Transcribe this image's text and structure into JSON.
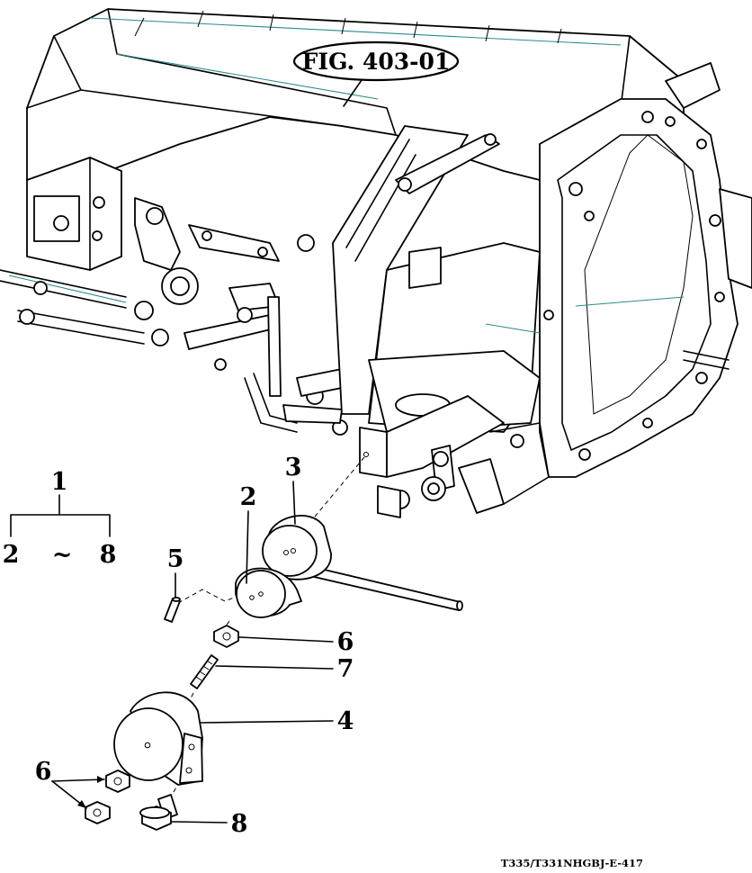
{
  "figure_ref": "FIG. 403-01",
  "drawing_code": "T335/T331NHGBJ-E-417",
  "assembly": {
    "label": "1",
    "range_start": "2",
    "range_sep": "~",
    "range_end": "8"
  },
  "callouts": {
    "c2": "2",
    "c3": "3",
    "c4": "4",
    "c5": "5",
    "c6a": "6",
    "c6b": "6",
    "c7": "7",
    "c8": "8"
  }
}
